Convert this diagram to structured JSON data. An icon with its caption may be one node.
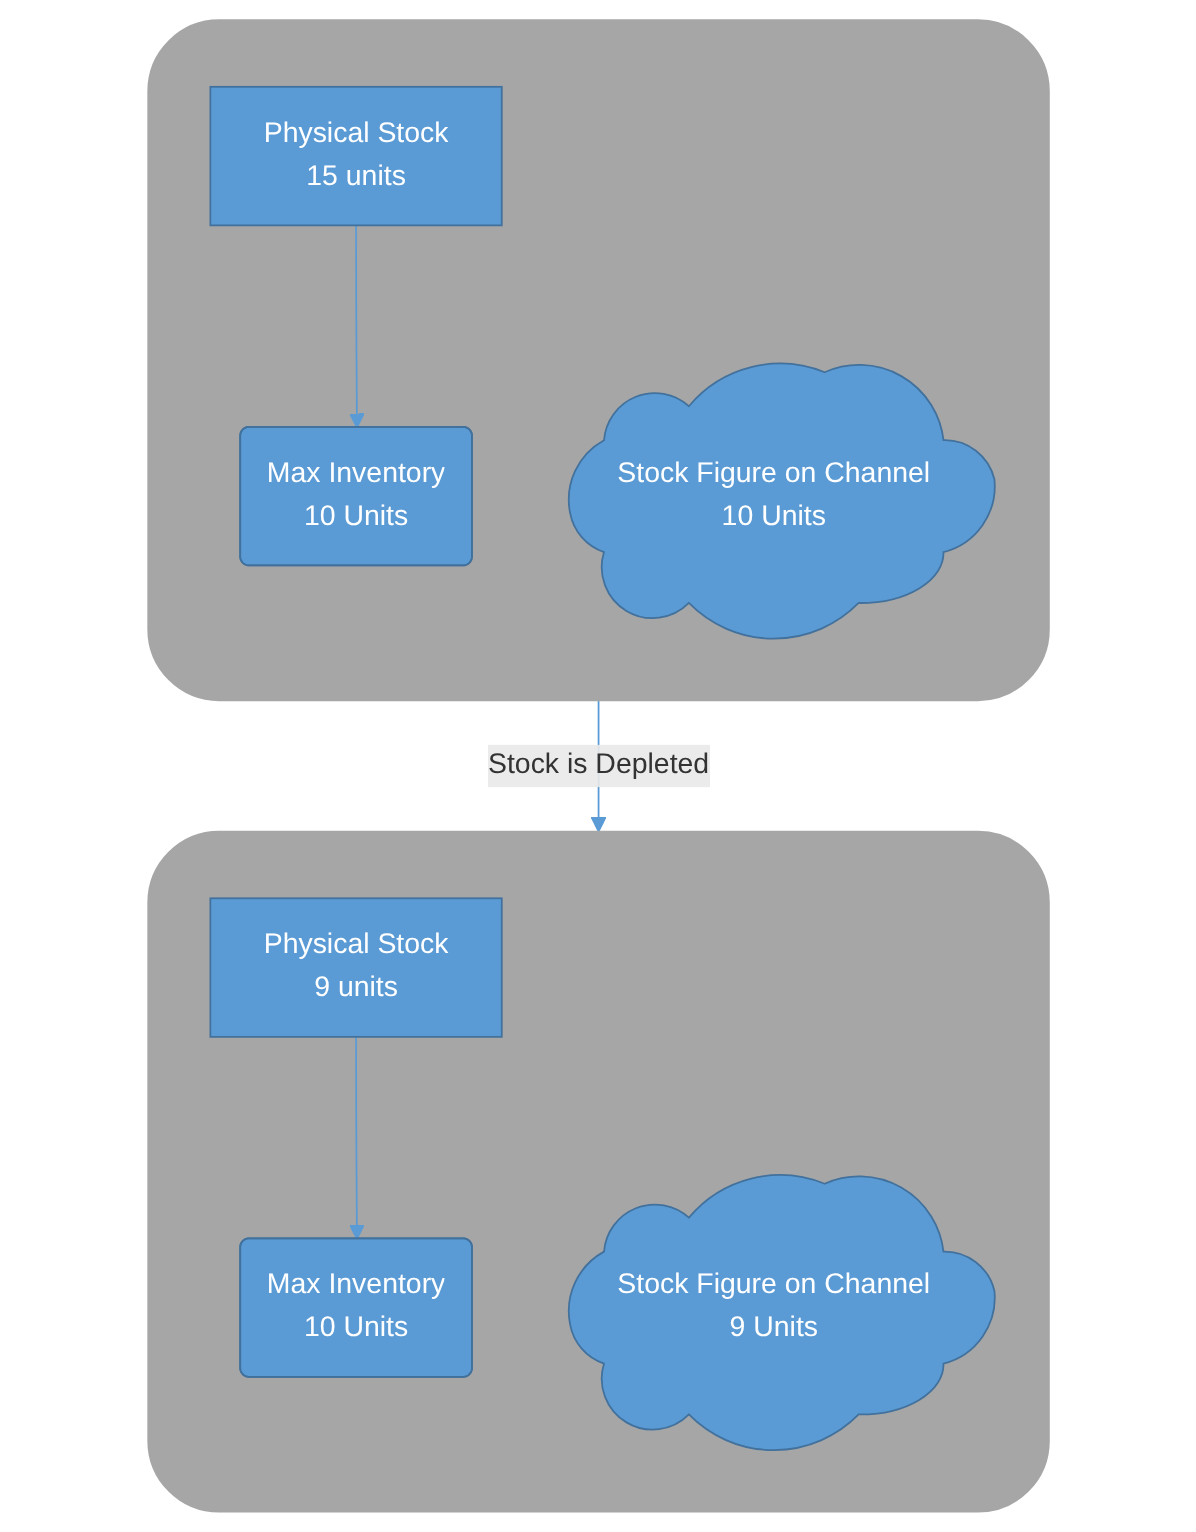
{
  "diagram": {
    "nodes": [
      {
        "text": [],
        "shape": "box"
      },
      {
        "text": [
          "Physical Stock",
          "15 units"
        ],
        "in": 0
      },
      {
        "text": [
          "Max Inventory",
          "10 Units"
        ],
        "in": 0
      },
      {
        "text": [
          "Stock Figure on Channel",
          "10 Units"
        ],
        "in": 0
      },
      {
        "text": [],
        "shape": "box"
      },
      {
        "text": [
          "Physical Stock",
          "9 units"
        ],
        "in": 4
      },
      {
        "text": [
          "Max Inventory",
          "10 Units"
        ],
        "in": 4
      },
      {
        "text": [
          "Stock Figure on Channel",
          "9 Units"
        ],
        "in": 4
      }
    ],
    "edges": [
      {
        "from": 1,
        "to": 2,
        "arrow": "to"
      },
      {
        "from": 0,
        "to": 4,
        "arrow": "to",
        "label": "Stock is Depleted"
      },
      {
        "from": 5,
        "to": 6,
        "arrow": "to"
      }
    ]
  }
}
